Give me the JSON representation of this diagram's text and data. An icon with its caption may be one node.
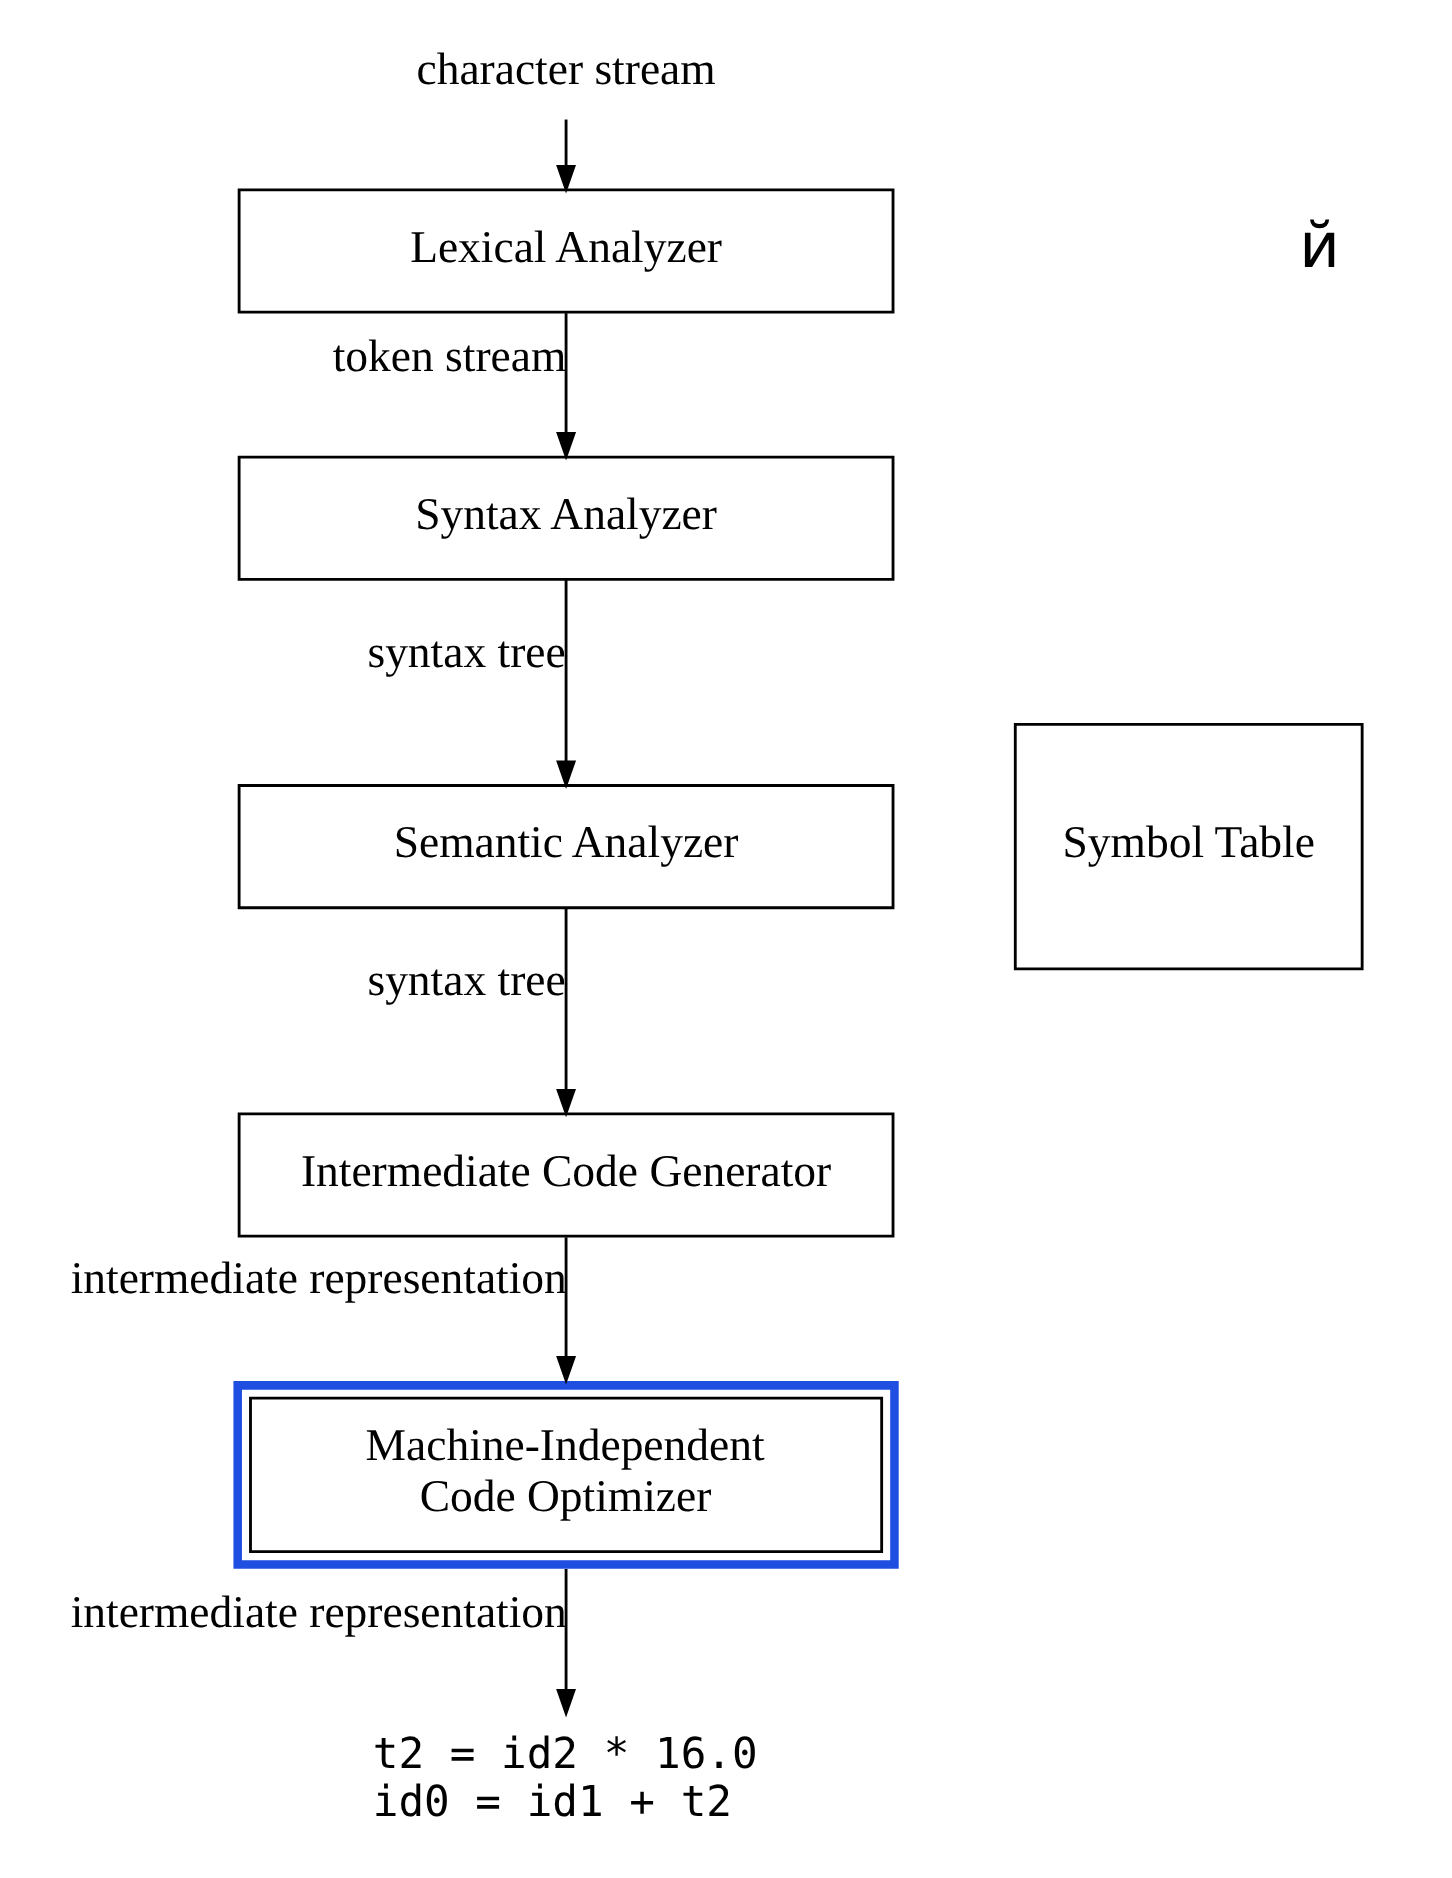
{
  "diagram": {
    "nodes": [
      {
        "text": [
          "character stream"
        ]
      },
      {
        "text": [
          "Lexical Analyzer"
        ]
      },
      {
        "text": [
          "Syntax Analyzer"
        ]
      },
      {
        "text": [
          "Semantic Analyzer"
        ]
      },
      {
        "text": [
          "Intermediate Code Generator"
        ]
      },
      {
        "text": [
          "Machine-Independent Code Optimizer"
        ]
      },
      {
        "text": [
          "t2 = id2 * 16.0",
          "id0 = id1 + t2"
        ]
      },
      {
        "text": [
          "Symbol Table"
        ]
      }
    ],
    "edges": [
      {
        "from": 0,
        "to": 1,
        "arrow": "to"
      },
      {
        "from": 1,
        "to": 2,
        "arrow": "to",
        "label": "token stream"
      },
      {
        "from": 2,
        "to": 3,
        "arrow": "to",
        "label": "syntax tree"
      },
      {
        "from": 3,
        "to": 4,
        "arrow": "to",
        "label": "syntax tree"
      },
      {
        "from": 4,
        "to": 5,
        "arrow": "to",
        "label": "intermediate representation"
      },
      {
        "from": 5,
        "to": 6,
        "arrow": "to",
        "label": "intermediate representation"
      }
    ],
    "labels": [
      "й"
    ]
  }
}
